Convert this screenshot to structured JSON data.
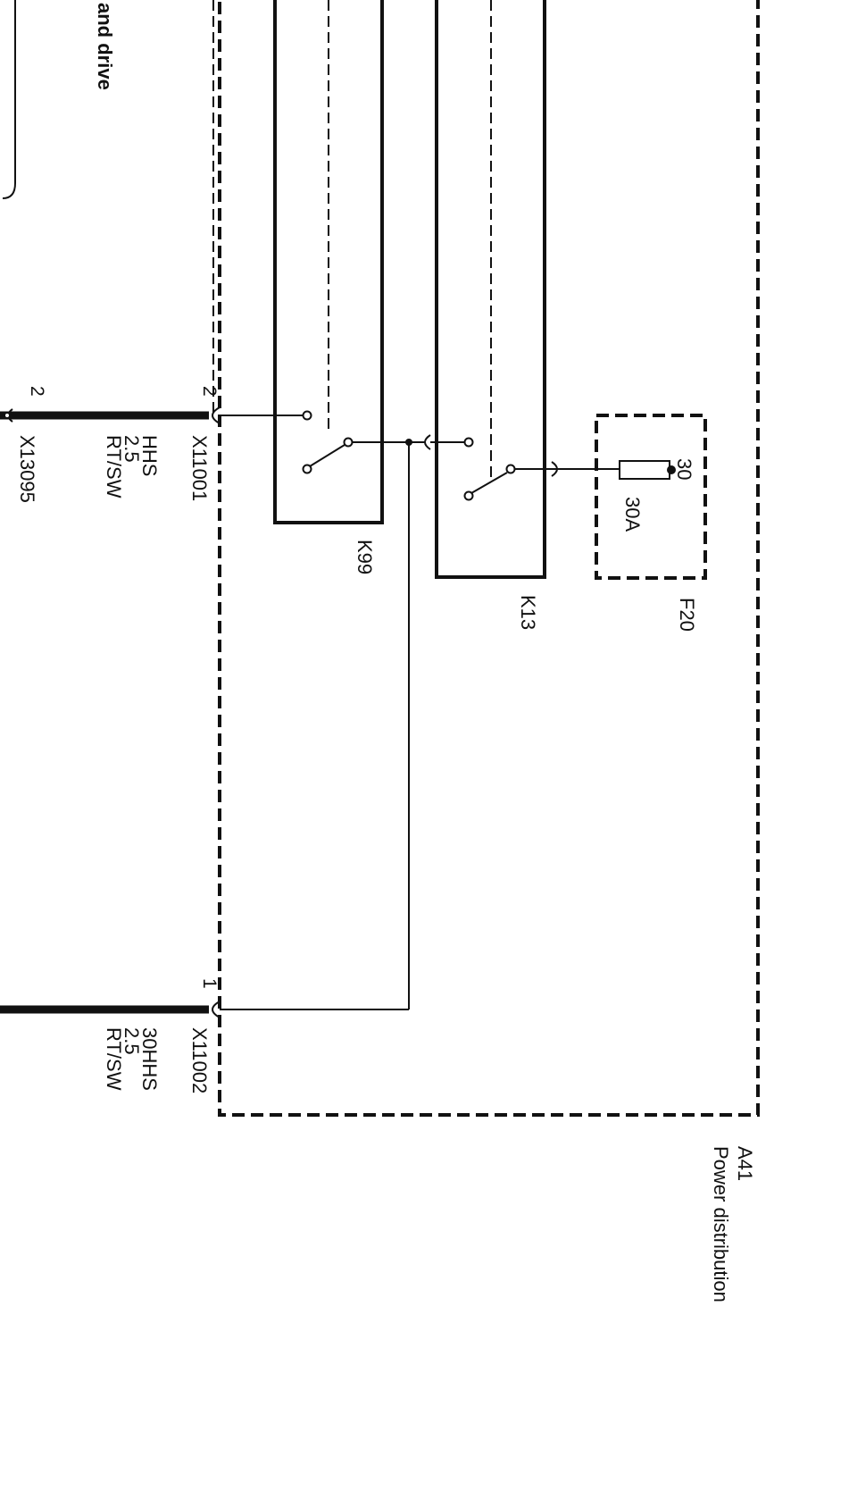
{
  "module": {
    "id": "A41",
    "name": "Power distribution"
  },
  "partial_label": "and drive",
  "connectors": [
    {
      "id": "X11001",
      "pin": "2",
      "signal": "HHS",
      "cross_section": "2.5",
      "color": "RT/SW"
    },
    {
      "id": "X11002",
      "pin": "1",
      "signal": "30HHS",
      "cross_section": "2.5",
      "color": "RT/SW"
    },
    {
      "id": "X13095",
      "pin": "2"
    }
  ],
  "relays": [
    {
      "id": "K99"
    },
    {
      "id": "K13"
    }
  ],
  "fuse": {
    "id": "F20",
    "terminal": "30",
    "rating": "30A"
  },
  "colors": {
    "module_fill": "#dcdcdc",
    "line": "#111111"
  }
}
